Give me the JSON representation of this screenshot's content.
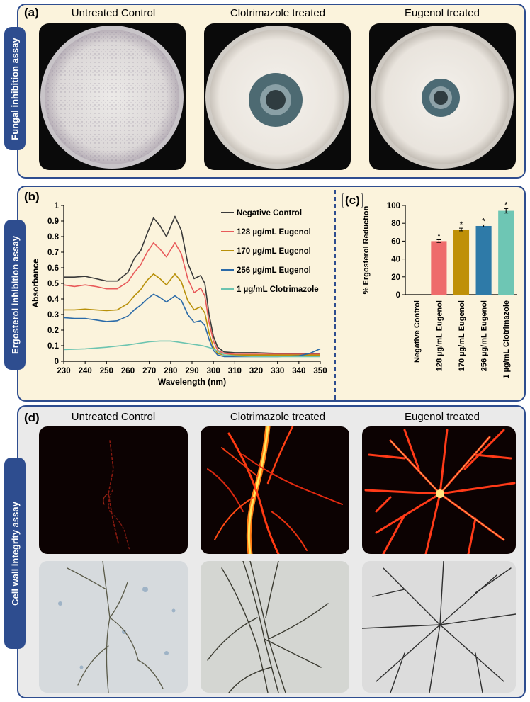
{
  "panel_a": {
    "letter": "(a)",
    "side_label": "Fungal inhibition assay",
    "columns": [
      "Untreated Control",
      "Clotrimazole treated",
      "Eugenol treated"
    ]
  },
  "panel_b": {
    "letter": "(b)",
    "side_label": "Ergosterol inhibition assay"
  },
  "panel_c": {
    "letter": "(c)"
  },
  "panel_d": {
    "letter": "(d)",
    "side_label": "Cell wall integrity assay",
    "columns": [
      "Untreated Control",
      "Clotrimazole treated",
      "Eugenol treated"
    ]
  },
  "chart_data": [
    {
      "type": "line",
      "xlabel": "Wavelength (nm)",
      "ylabel": "Absorbance",
      "xlim": [
        230,
        350
      ],
      "ylim": [
        0,
        1
      ],
      "xticks": [
        230,
        240,
        250,
        260,
        270,
        280,
        290,
        300,
        310,
        320,
        330,
        340,
        350
      ],
      "yticks": [
        0,
        0.1,
        0.2,
        0.3,
        0.4,
        0.5,
        0.6,
        0.7,
        0.8,
        0.9,
        1
      ],
      "legend_position": "top-right",
      "grid": false,
      "series": [
        {
          "name": "Negative Control",
          "color": "#3a3a3a",
          "x": [
            230,
            235,
            240,
            245,
            250,
            255,
            260,
            263,
            266,
            269,
            272,
            275,
            278,
            282,
            285,
            288,
            291,
            294,
            296,
            298,
            300,
            302,
            305,
            310,
            320,
            330,
            340,
            345,
            350
          ],
          "y": [
            0.54,
            0.54,
            0.545,
            0.53,
            0.515,
            0.515,
            0.57,
            0.66,
            0.71,
            0.82,
            0.92,
            0.87,
            0.8,
            0.93,
            0.84,
            0.63,
            0.53,
            0.55,
            0.5,
            0.3,
            0.16,
            0.09,
            0.06,
            0.055,
            0.055,
            0.05,
            0.05,
            0.05,
            0.05
          ]
        },
        {
          "name": "128 µg/mL Eugenol",
          "color": "#e85a5a",
          "x": [
            230,
            235,
            240,
            245,
            250,
            255,
            260,
            263,
            266,
            269,
            272,
            275,
            278,
            282,
            285,
            288,
            291,
            294,
            296,
            298,
            300,
            302,
            305,
            310,
            320,
            330,
            340,
            345,
            350
          ],
          "y": [
            0.49,
            0.48,
            0.49,
            0.48,
            0.465,
            0.465,
            0.51,
            0.57,
            0.62,
            0.7,
            0.76,
            0.72,
            0.67,
            0.76,
            0.69,
            0.53,
            0.44,
            0.47,
            0.42,
            0.25,
            0.13,
            0.07,
            0.05,
            0.045,
            0.045,
            0.045,
            0.045,
            0.045,
            0.045
          ]
        },
        {
          "name": "170 µg/mL Eugenol",
          "color": "#b8900a",
          "x": [
            230,
            235,
            240,
            245,
            250,
            255,
            260,
            263,
            266,
            269,
            272,
            275,
            278,
            282,
            285,
            288,
            291,
            294,
            296,
            298,
            300,
            302,
            305,
            310,
            320,
            330,
            340,
            345,
            350
          ],
          "y": [
            0.33,
            0.33,
            0.335,
            0.33,
            0.325,
            0.33,
            0.37,
            0.42,
            0.46,
            0.52,
            0.56,
            0.53,
            0.49,
            0.56,
            0.51,
            0.39,
            0.33,
            0.35,
            0.31,
            0.18,
            0.09,
            0.05,
            0.04,
            0.04,
            0.04,
            0.04,
            0.04,
            0.04,
            0.04
          ]
        },
        {
          "name": "256 µg/mL Eugenol",
          "color": "#2a6aa8",
          "x": [
            230,
            235,
            240,
            245,
            250,
            255,
            260,
            263,
            266,
            269,
            272,
            275,
            278,
            282,
            285,
            288,
            291,
            294,
            296,
            298,
            300,
            302,
            305,
            310,
            320,
            330,
            340,
            345,
            350
          ],
          "y": [
            0.28,
            0.275,
            0.275,
            0.265,
            0.255,
            0.26,
            0.29,
            0.33,
            0.36,
            0.4,
            0.43,
            0.41,
            0.38,
            0.42,
            0.39,
            0.3,
            0.25,
            0.26,
            0.23,
            0.14,
            0.07,
            0.04,
            0.03,
            0.03,
            0.03,
            0.03,
            0.035,
            0.05,
            0.08
          ]
        },
        {
          "name": "1 µg/mL Clotrimazole",
          "color": "#6cc4b0",
          "x": [
            230,
            240,
            250,
            260,
            265,
            270,
            275,
            280,
            285,
            290,
            295,
            300,
            305,
            310,
            320,
            330,
            340,
            350
          ],
          "y": [
            0.075,
            0.08,
            0.09,
            0.105,
            0.115,
            0.125,
            0.13,
            0.13,
            0.12,
            0.11,
            0.1,
            0.08,
            0.04,
            0.035,
            0.03,
            0.03,
            0.03,
            0.03
          ]
        }
      ]
    },
    {
      "type": "bar",
      "ylabel": "% Ergosterol Reduction",
      "ylim": [
        0,
        100
      ],
      "yticks": [
        0,
        20,
        40,
        60,
        80,
        100
      ],
      "categories": [
        "Negative Control",
        "128 µg/mL Eugenol",
        "170 µg/mL Eugenol",
        "256 µg/mL Eugenol",
        "1 µg/mL Clotrimazole"
      ],
      "values": [
        0,
        60,
        73,
        77,
        94
      ],
      "errors": [
        0,
        1.5,
        1.5,
        1.2,
        2.5
      ],
      "significance": [
        "",
        "*",
        "*",
        "*",
        "*"
      ],
      "colors": [
        "#cccccc",
        "#ee6b6b",
        "#bf9008",
        "#2e7aa8",
        "#6ec6b4"
      ]
    }
  ]
}
